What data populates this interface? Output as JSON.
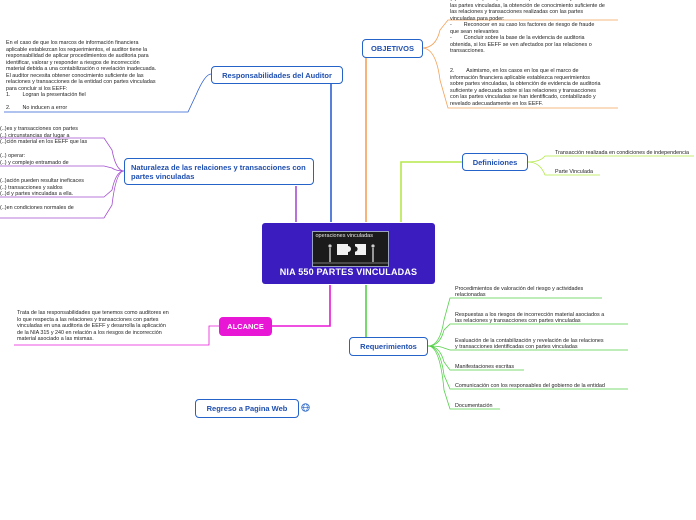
{
  "central": {
    "title": "NIA 550 PARTES VINCULADAS",
    "image_caption": "operaciones vinculadas"
  },
  "branches": {
    "objetivos": {
      "label": "OBJETIVOS",
      "text_1": "(..) suficiente para que el auditor pueda identificar y evaluar\nlas partes vinculadas, la obtención de conocimiento suficiente de\nlas relaciones y transacciones realizadas con las partes\nvinculadas para poder:\n-        Reconocer en su caso los factores de riesgo de fraude\nque sean relevantes\n-        Concluir sobre la base de la evidencia de auditoria\nobtenida, si los EEFF se ven afectados por las relaciones o\ntransacciones.",
      "text_2": "2.        Asimismo, en los casos en los que el marco de\ninformación financiera aplicable establezca requerimientos\nsobre partes vinculadas, la obtención de evidencia de auditoria\nsuficiente y adecuada sobre si las relaciones y transacciones\ncon las partes vinculadas se han identificado, contabilizado y\nrevelado adecuadamente en los EEFF."
    },
    "definiciones": {
      "label": "Definiciones",
      "items": [
        "Transacción realizada en condiciones de independencia",
        "Parte Vinculada"
      ]
    },
    "responsabilidades": {
      "label": "Responsabilidades del Auditor",
      "text": "En el caso de que los marcos de información financiera\naplicable establezcan los requerimientos, el auditor tiene la\nresponsabilidad de aplicar procedimientos de auditoria para\nidentificar, valorar y responder a riesgos de incorrección\nmaterial debida a una contabilización o revelación inadecuada.\nEl auditor necesita obtener conocimiento suficiente de las\nrelaciones y transacciones de la entidad con partes vinculadas\npara concluir si los EEFF:\n1.        Logran la presentación fiel\n\n2.        No inducen a error"
    },
    "naturaleza": {
      "label": "Naturaleza de las relaciones y transacciones con partes vinculadas",
      "text_1": "(..)es y transacciones con partes\n(..) circunstancias dar lugar a\n(..)ción material en los EEFF que las",
      "text_2": "(..) operar:\n(..) y complejo entramado de",
      "text_3": "(..)ación pueden resultar ineficaces\n(..) transacciones y saldos\n(..)d y partes vinculadas a ella.",
      "text_4": "(..)en condiciones normales de"
    },
    "alcance": {
      "label": "ALCANCE",
      "text": "Trata de las responsabilidades que tenemos como auditores en\nlo que respecta a las relaciones y transacciones con partes\nvinculadas en una auditoria de EEFF y desarrolla la aplicación\nde la NIA 315 y 240 en relación a los riesgos de incorrección\nmaterial asociado a las mismas."
    },
    "requerimientos": {
      "label": "Requerimientos",
      "items": [
        "Procedimientos de valoración del riesgo y actividades\nrelacionadas",
        "Respuestas a los riesgos de incorrección material asociados a\nlas relaciones y transacciones con partes vinculadas",
        "Evaluación de la contabilización y revelación de las relaciones\ny transacciones identificadas con partes vinculadas",
        "Manifestaciones escritas",
        "Comunicación con los responsables del gobierno de la entidad",
        "Documentación"
      ]
    },
    "regreso": {
      "label": "Regreso a Pagina Web",
      "icon": "globe-icon"
    }
  },
  "colors": {
    "central_bg": "#3a1cbf",
    "node_border": "#2563c9",
    "objetivos_line": "#f4a259",
    "definiciones_line": "#b5e84a",
    "responsabilidades_line": "#2f5fd1",
    "naturaleza_line": "#a34fd0",
    "alcance_fill": "#e817d6",
    "requerimientos_line": "#55d04a"
  }
}
